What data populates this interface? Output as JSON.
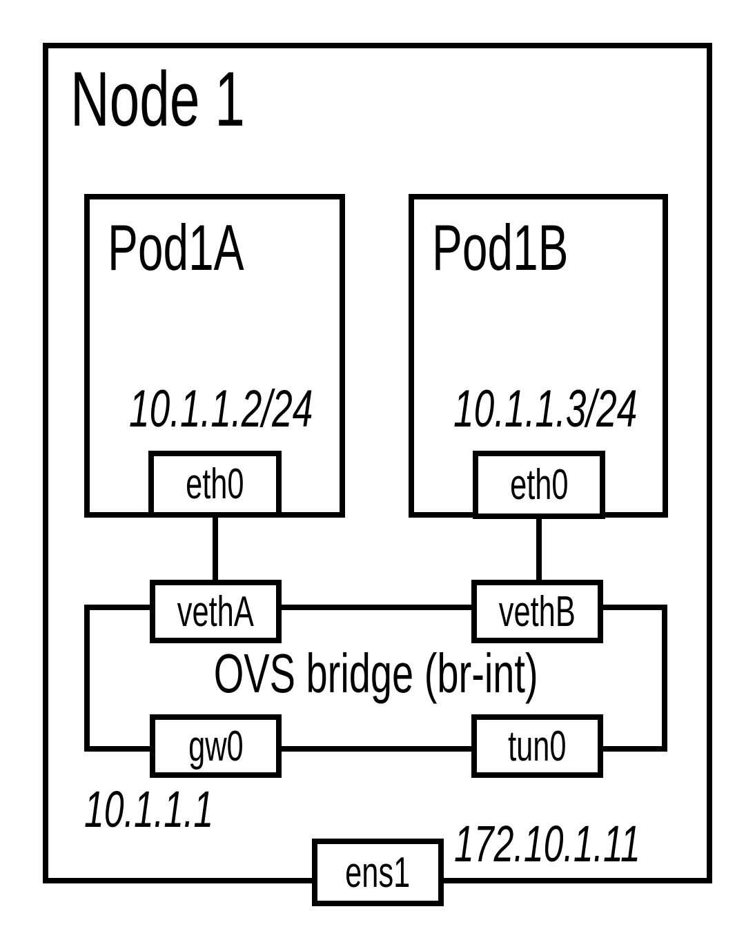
{
  "diagram": {
    "background": "#ffffff",
    "line_color": "#000000",
    "node": {
      "title": "Node 1",
      "pods": [
        {
          "title": "Pod1A",
          "ip": "10.1.1.2/24",
          "interface": "eth0"
        },
        {
          "title": "Pod1B",
          "ip": "10.1.1.3/24",
          "interface": "eth0"
        }
      ],
      "bridge": {
        "label": "OVS bridge (br-int)",
        "top_ports": [
          "vethA",
          "vethB"
        ],
        "bottom_ports": [
          "gw0",
          "tun0"
        ],
        "gateway_ip": "10.1.1.1"
      },
      "external_interface": {
        "label": "ens1",
        "ip": "172.10.1.11"
      }
    }
  }
}
